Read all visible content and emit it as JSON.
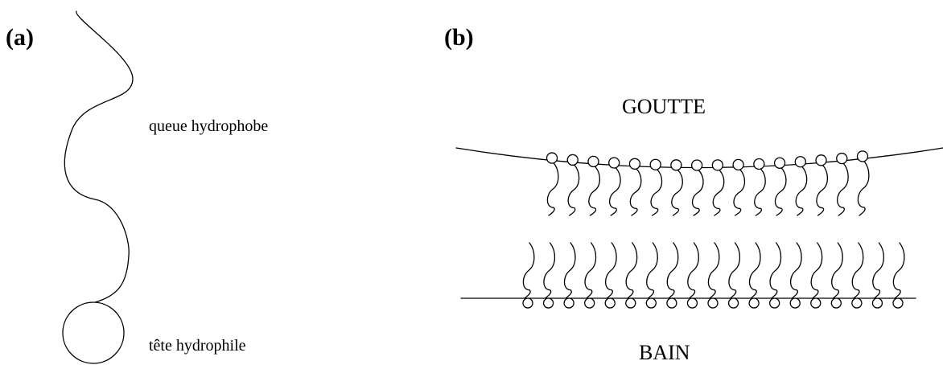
{
  "panel_a": {
    "label": "(a)",
    "tail_label": "queue hydrophobe",
    "head_label": "tête hydrophile"
  },
  "panel_b": {
    "label": "(b)",
    "top_label": "GOUTTE",
    "bottom_label": "BAIN",
    "upper_monolayer_count": 16,
    "lower_monolayer_count": 19
  },
  "colors": {
    "ink": "#000000",
    "background": "#ffffff"
  }
}
